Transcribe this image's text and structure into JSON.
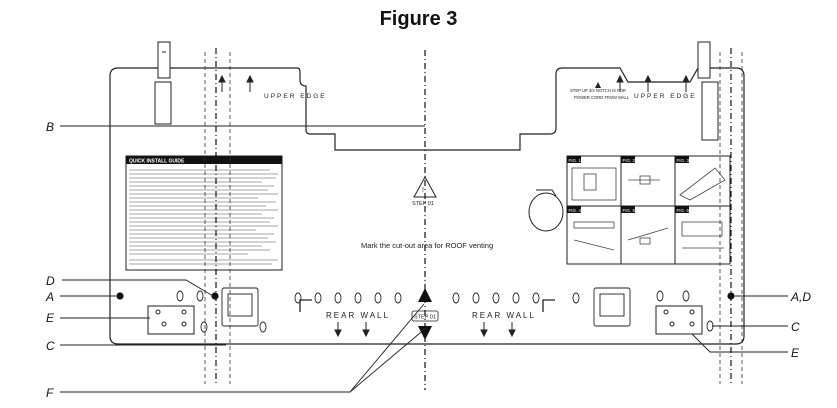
{
  "figure": {
    "title": "Figure 3",
    "callouts": {
      "A_left": "A",
      "B": "B",
      "C_left": "C",
      "D": "D",
      "E_left": "E",
      "F": "F",
      "AD_right": "A,D",
      "C_right": "C",
      "E_right": "E"
    },
    "plate_labels": {
      "upper_edge_left": "UPPER EDGE",
      "upper_edge_right": "UPPER EDGE",
      "notch_note_line1": "STEP UP 3/4 NOTCH IS FOR",
      "notch_note_line2": "POWER CORD FROM WALL",
      "rear_wall_left": "REAR WALL",
      "rear_wall_right": "REAR WALL",
      "step_top": "STEP 01",
      "step_bottom": "STEP 01",
      "roof_vent_note": "Mark the cut-out area for ROOF venting",
      "guide_title": "QUICK INSTALL GUIDE",
      "fig_labels": [
        "FIG. 1",
        "FIG. 2",
        "FIG. 3",
        "FIG. 4",
        "FIG. 5",
        "FIG. 6"
      ]
    }
  }
}
